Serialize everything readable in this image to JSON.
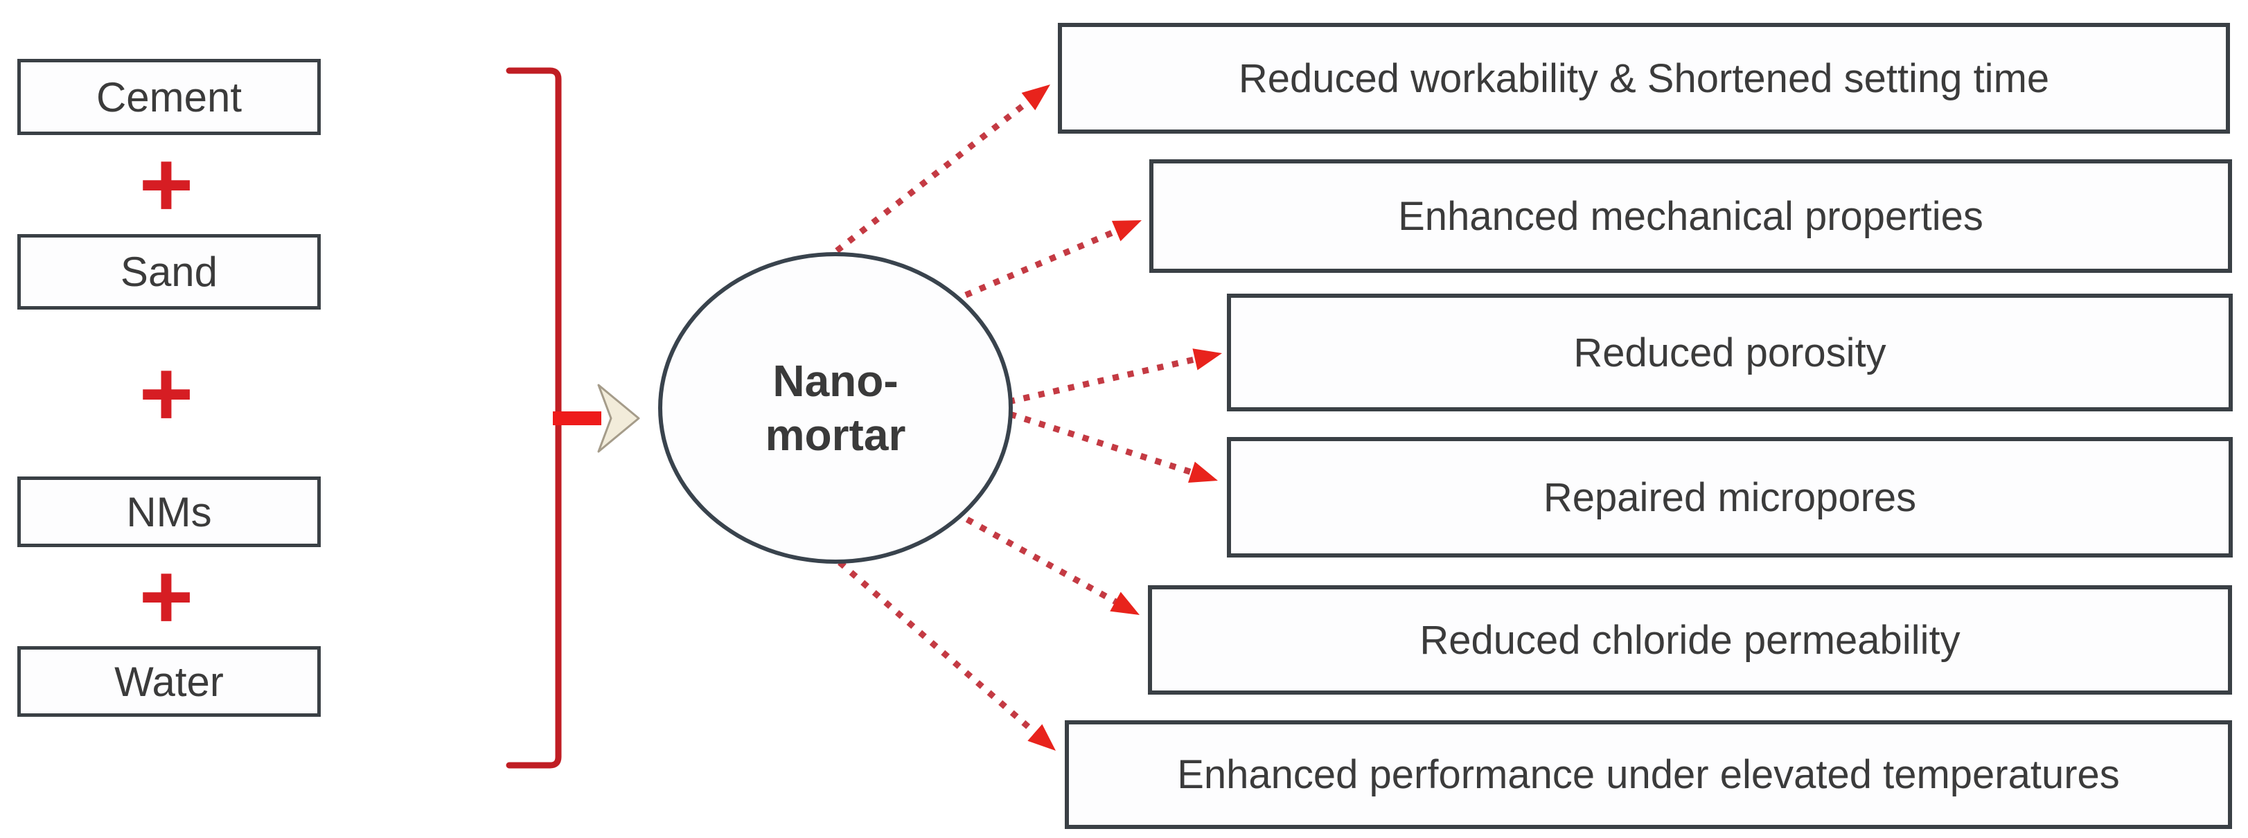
{
  "diagram": {
    "ingredients": [
      {
        "label": "Cement"
      },
      {
        "label": "Sand"
      },
      {
        "label": "NMs"
      },
      {
        "label": "Water"
      }
    ],
    "plus_symbol": "+",
    "center_node": {
      "line1": "Nano-",
      "line2": "mortar"
    },
    "effects": [
      "Reduced workability & Shortened setting time",
      "Enhanced mechanical properties",
      "Reduced porosity",
      "Repaired micropores",
      "Reduced chloride permeability",
      "Enhanced performance under elevated temperatures"
    ],
    "icons": {
      "brace": "curly-brace-right",
      "merge_arrow": "chevron-right-arrow",
      "effect_arrows": "red-dotted-arrow"
    },
    "colors": {
      "box_border": "#3a4045",
      "box_fill": "#fdfdfe",
      "text": "#3b3b3b",
      "plus_red": "#d61d23",
      "brace_red": "#c01e24",
      "connector_red": "#ee1b1b",
      "dot_red": "#c43a43",
      "arrowhead_red": "#e8231c",
      "chevron_fill": "#f2ecda",
      "chevron_stroke": "#a59c8a",
      "bg": "#ffffff"
    }
  }
}
